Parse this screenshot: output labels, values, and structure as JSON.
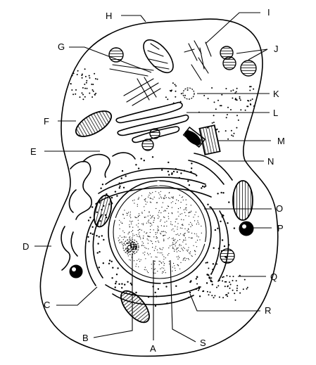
{
  "diagram": {
    "labels": {
      "A": "A",
      "B": "B",
      "C": "C",
      "D": "D",
      "E": "E",
      "F": "F",
      "G": "G",
      "H": "H",
      "I": "I",
      "J": "J",
      "K": "K",
      "L": "L",
      "M": "M",
      "N": "N",
      "O": "O",
      "P": "P",
      "Q": "Q",
      "R": "R",
      "S": "S"
    }
  }
}
